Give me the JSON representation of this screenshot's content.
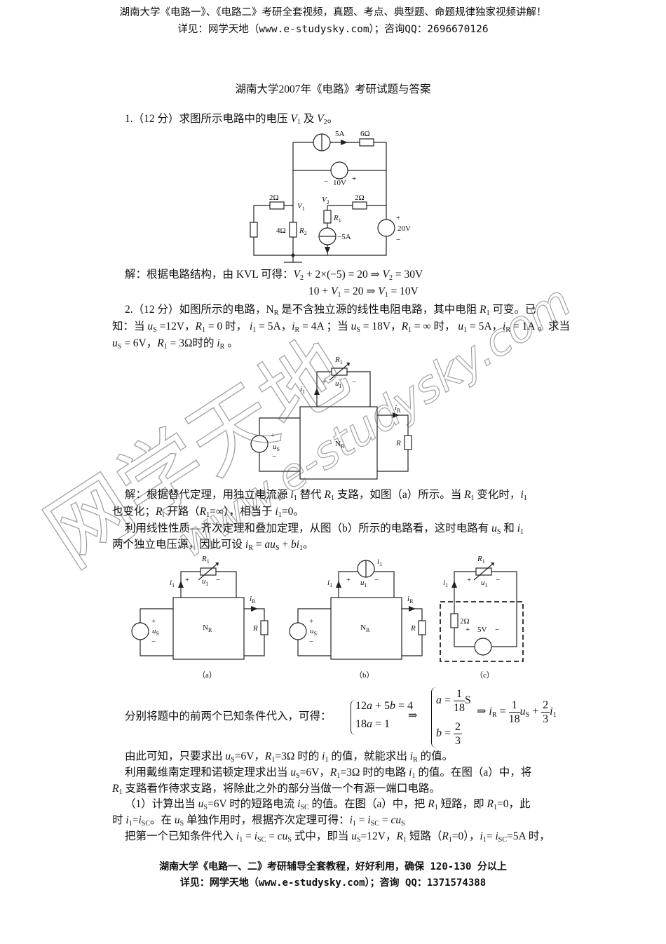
{
  "header": {
    "line1": "湖南大学《电路一》、《电路二》考研全套视频，真题、考点、典型题、命题规律独家视频讲解！",
    "line2": "详见：网学天地（www.e-studysky.com）；咨询QQ：2696670126"
  },
  "title": "湖南大学2007年《电路》考研试题与答案",
  "q1": {
    "prompt": "1.（12 分）求图所示电路中的电压 *V*_{1} 及 *V*_{2}。",
    "figure": {
      "src_top": "5A",
      "r_top": "6Ω",
      "vs_mid_minus": "−",
      "vs_mid": "10V",
      "vs_mid_plus": "+",
      "r_left": "2Ω",
      "v1": "*V*_{1}",
      "r2_val": "4Ω",
      "r2": "*R*_{2}",
      "v2": "*V*_{2}",
      "r_right": "2Ω",
      "r1": "*R*_{1}",
      "src_mid": "−5A",
      "vs_right_plus": "+",
      "vs_right": "20V",
      "vs_right_minus": "−"
    },
    "solution": [
      "解：根据电路结构，由 KVL 可得：*V*_{2} + 2×(−5) = 20 ⇒ *V*_{2} = 30V",
      "10 + *V*_{1} = 20 ⇒ *V*_{1} = 10V"
    ]
  },
  "q2": {
    "prompt": [
      "2.（12 分）如图所示的电路，N_{R} 是不含独立源的线性电阻电路，其中电阻 *R*_{1} 可变。已",
      "知：当 *u*_{S} =12V，*R*_{1} = 0 时， *i*_{1} = 5A，*i*_{R} = 4A ；当 *u*_{S} = 18V，*R*_{1} = ∞ 时， *u*_{1} = 5A，*i*_{R} = 1A 。求当",
      "*u*_{S} = 6V，*R*_{1} = 3Ω时的 *i*_{R} 。"
    ],
    "figure": {
      "r1": "*R*_{1}",
      "plus": "+",
      "u1": "*u*_{1}",
      "minus": "−",
      "i1": "*i*_{1}",
      "iR": "*i*_{R}",
      "nr": "N_{R}",
      "us": "*u*_{S}",
      "r": "*R*"
    },
    "solution": [
      "解：根据替代定理，用独立电流源 *i*_{1} 替代 *R*_{1} 支路，如图（a）所示。当 *R*_{1} 变化时，*i*_{1}",
      "也变化；*R*_{i} 开路（*R*_{1}=∞），相当于 *i*_{1}=0。",
      "利用线性性质—齐次定理和叠加定理，从图（b）所示的电路看，这时电路有 *u*_{S} 和 *i*_{1}",
      "两个独立电压源，因此可设 *i*_{R} = *au*_{S} + *bi*_{1}。"
    ],
    "figures_abc": {
      "a_label": "（a）",
      "b_label": "（b）",
      "c_label": "（c）",
      "c_r": "2Ω",
      "c_vs": "5V"
    },
    "equation": {
      "intro": "分别将题中的前两个已知条件代入，可得：",
      "sys1": [
        "12*a* + 5*b* = 4",
        "18*a* = 1"
      ],
      "implies": "⇒",
      "a_lhs": "*a* =",
      "a_num": "1",
      "a_den": "18",
      "a_unit": "S",
      "b_lhs": "*b* =",
      "b_num": "2",
      "b_den": "3",
      "res_lhs": "⇒ *i*_{R} =",
      "res_c1_num": "1",
      "res_c1_den": "18",
      "res_v1": "*u*_{S} +",
      "res_c2_num": "2",
      "res_c2_den": "3",
      "res_v2": "*i*_{1}"
    },
    "continuation": [
      "由此可知，只要求出 *u*_{S}=6V，*R*_{1}=3Ω 时的 *i*_{1} 的值，就能求出 *i*_{R} 的值。",
      "利用戴维南定理和诺顿定理求出当 *u*_{S}=6V，*R*_{1}=3Ω 时的电路 *i*_{1} 的值。在图（a）中，将",
      "*R*_{1} 支路看作待求支路，将除此之外的部分当做一个有源一端口电路。",
      "（1）计算出当 *u*_{S}=6V 时的短路电流 *i*_{SC} 的值。在图（a）中，把 *R*_{1} 短路，即 *R*_{1}=0，此",
      "时 *i*_{1}=*i*_{SC}。在 *u*_{S} 单独作用时，根据齐次定理可得：*i*_{1} = *i*_{SC} = *cu*_{S}",
      "把第一个已知条件代入 *i*_{1} = *i*_{SC} = *cu*_{S} 式中，即当 *u*_{S}=12V，*R*_{1} 短路（*R*_{1}=0），*i*_{1}= *i*_{SC}=5A 时，"
    ]
  },
  "watermark": {
    "cn": "网学天地",
    "url": "www.e-studysky.com"
  },
  "footer": {
    "line1": "湖南大学《电路一、二》考研辅导全套教程，好好利用，确保 120-130 分以上",
    "line2": "详见：网学天地（www.e-studysky.com）；咨询 QQ：1371574388"
  }
}
